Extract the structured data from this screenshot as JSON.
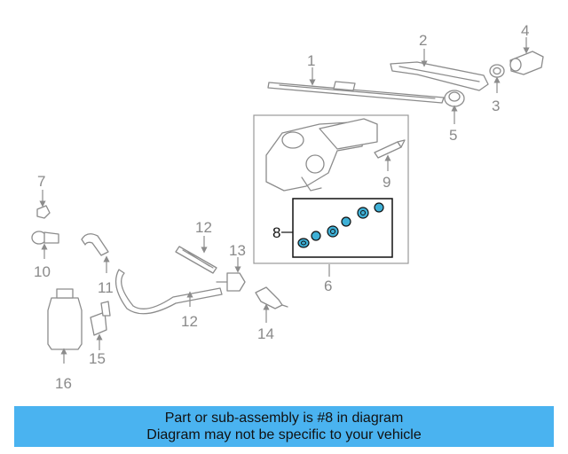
{
  "diagram": {
    "callouts": [
      "1",
      "2",
      "3",
      "4",
      "5",
      "6",
      "7",
      "8",
      "9",
      "10",
      "11",
      "12",
      "12",
      "13",
      "14",
      "15",
      "16"
    ],
    "highlight_color": "#3fb0d6"
  },
  "banner": {
    "line1": "Part or sub-assembly is #8 in diagram",
    "line2": "Diagram may not be specific to your vehicle",
    "background": "#4ab3f0"
  }
}
